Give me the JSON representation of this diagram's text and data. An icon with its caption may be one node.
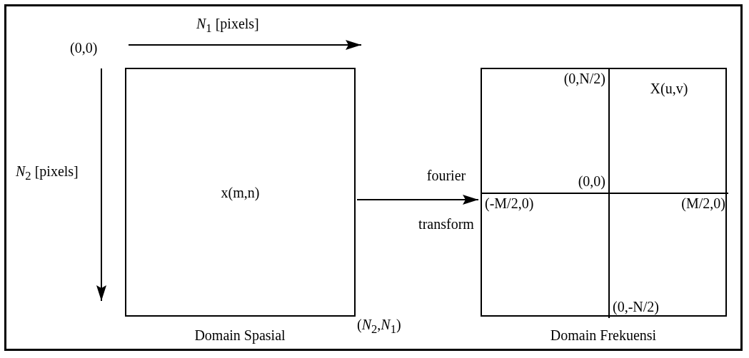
{
  "diagram": {
    "nodes": [
      {
        "text": [
          "x(m,n)"
        ],
        "beside": [
          "Domain Spasial"
        ]
      },
      {
        "text": [],
        "shape": "box",
        "beside": [
          "Domain Frekuensi"
        ]
      },
      {
        "text": [
          "(0,N/2)",
          "(0,0)"
        ],
        "in": 1
      },
      {
        "text": [
          "X(u,v)"
        ],
        "in": 1
      },
      {
        "text": [
          "(-M/2,0)"
        ],
        "in": 1
      },
      {
        "text": [
          "(M/2,0)",
          "(0,-N/2)"
        ],
        "in": 1
      }
    ],
    "edges": [
      {
        "from": 0,
        "to": 1,
        "arrow": "to",
        "label": "fourier transform"
      }
    ],
    "labels": [
      "*N*$_{1}$ [pixels]",
      "(0,0)",
      "*N*$_{2}$ [pixels]",
      "(*N*$_{2}$,*N*$_{1}$)"
    ]
  }
}
